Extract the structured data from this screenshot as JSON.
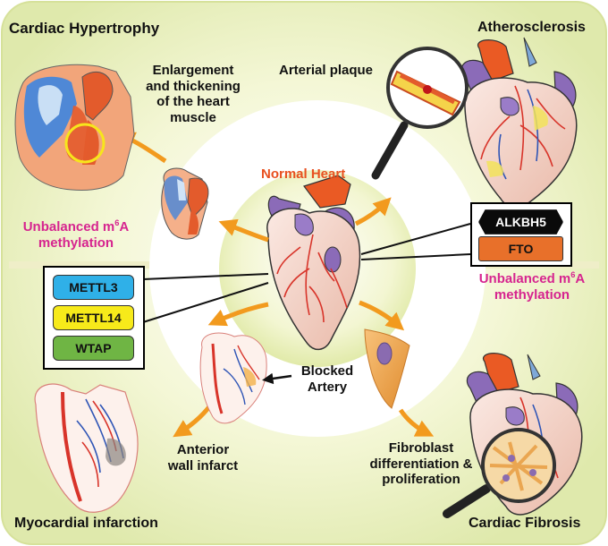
{
  "labels": {
    "cardiac_hypertrophy": "Cardiac Hypertrophy",
    "enlargement_1": "Enlargement",
    "enlargement_2": "and thickening",
    "enlargement_3": "of the heart",
    "enlargement_4": "muscle",
    "atherosclerosis": "Atherosclerosis",
    "arterial_plaque": "Arterial plaque",
    "normal_heart": "Normal Heart",
    "unbalanced_left_pre": "Unbalanced m",
    "unbalanced_left_sup": "6",
    "unbalanced_left_post": "A",
    "methylation_left": "methylation",
    "unbalanced_right_pre": "Unbalanced m",
    "unbalanced_right_sup": "6",
    "unbalanced_right_post": "A",
    "methylation_right": "methylation",
    "blocked_1": "Blocked",
    "blocked_2": "Artery",
    "anterior_1": "Anterior",
    "anterior_2": "wall infarct",
    "fibroblast_1": "Fibroblast",
    "fibroblast_2": "differentiation &",
    "fibroblast_3": "proliferation",
    "myocardial_infarction": "Myocardial infarction",
    "cardiac_fibrosis": "Cardiac Fibrosis"
  },
  "writers": [
    "METTL3",
    "METTL14",
    "WTAP"
  ],
  "erasers": [
    "ALKBH5",
    "FTO"
  ],
  "colors": {
    "writer_mettl3": "#2fb0e8",
    "writer_mettl14": "#f7ea1a",
    "writer_wtap": "#6fb544",
    "eraser_alkbh5": "#0a0a0a",
    "eraser_fto": "#e8702a",
    "magenta_text": "#d6248f",
    "orange_title": "#e8501f",
    "arrow_orange": "#f29a1e",
    "background_green": "#e3edb8"
  },
  "icons": [
    "heart-icon",
    "magnifier-icon",
    "artery-icon",
    "fibroblast-icon"
  ]
}
